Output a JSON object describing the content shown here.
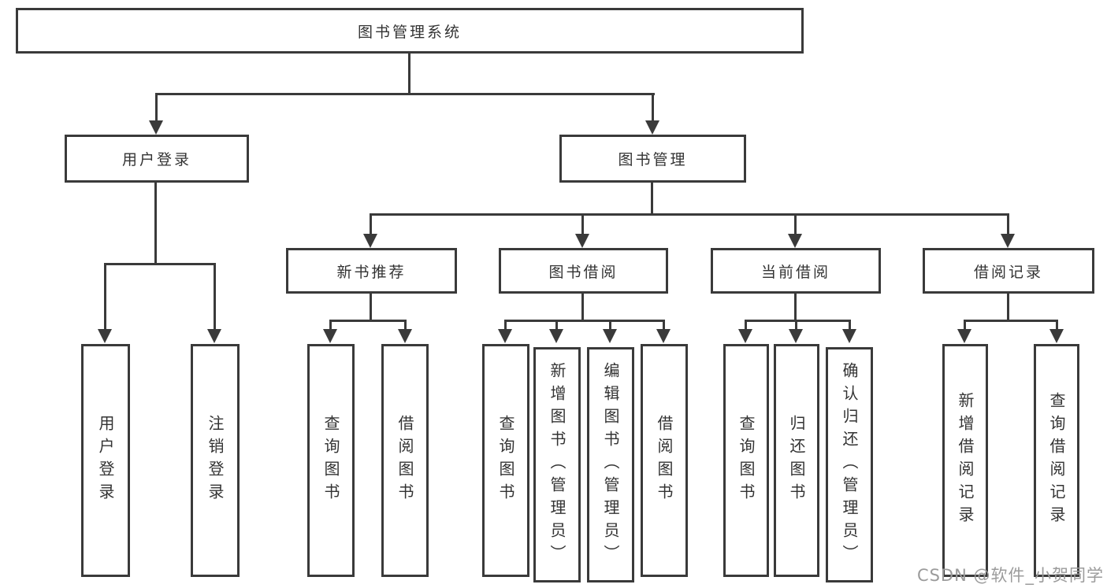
{
  "hierarchy": {
    "label": "图书管理系统",
    "children": [
      {
        "label": "用户登录",
        "children": [
          {
            "label": "用户登录"
          },
          {
            "label": "注销登录"
          }
        ]
      },
      {
        "label": "图书管理",
        "children": [
          {
            "label": "新书推荐",
            "children": [
              {
                "label": "查询图书"
              },
              {
                "label": "借阅图书"
              }
            ]
          },
          {
            "label": "图书借阅",
            "children": [
              {
                "label": "查询图书"
              },
              {
                "label": "新增图书（管理员）"
              },
              {
                "label": "编辑图书（管理员）"
              },
              {
                "label": "借阅图书"
              }
            ]
          },
          {
            "label": "当前借阅",
            "children": [
              {
                "label": "查询图书"
              },
              {
                "label": "归还图书"
              },
              {
                "label": "确认归还（管理员）"
              }
            ]
          },
          {
            "label": "借阅记录",
            "children": [
              {
                "label": "新增借阅记录"
              },
              {
                "label": "查询借阅记录"
              }
            ]
          }
        ]
      }
    ]
  },
  "watermark": "CSDN @软件_小贺同学",
  "colors": {
    "line": "#3a3a3a",
    "border": "#3a3a3a",
    "text": "#333333",
    "background": "#ffffff",
    "watermark": "#9b9b9b"
  }
}
